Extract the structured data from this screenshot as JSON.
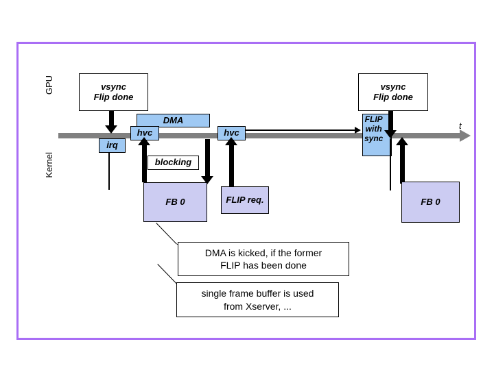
{
  "slide": {
    "frame_color": "#a96ef5",
    "background": "#ffffff"
  },
  "lanes": {
    "gpu_label": "GPU",
    "kernel_label": "Kernel"
  },
  "timeline": {
    "axis_label": "t",
    "axis_color": "#808080"
  },
  "gpu_events": [
    {
      "id": "vsync-left",
      "text": "vsync\nFlip done"
    },
    {
      "id": "vsync-right",
      "text": "vsync\nFlip done"
    }
  ],
  "boundary_boxes": [
    {
      "id": "irq",
      "text": "irq",
      "color": "#9fc9f3"
    },
    {
      "id": "hvc-1",
      "text": "hvc",
      "color": "#9fc9f3"
    },
    {
      "id": "dma",
      "text": "DMA",
      "color": "#9fc9f3"
    },
    {
      "id": "hvc-2",
      "text": "hvc",
      "color": "#9fc9f3"
    },
    {
      "id": "flip-with-sync",
      "text": "FLIP\nwith\nsync",
      "color": "#9fc9f3"
    }
  ],
  "kernel_boxes": [
    {
      "id": "blocking",
      "text": "blocking",
      "color": "#ffffff"
    },
    {
      "id": "fb0-left",
      "text": "FB 0",
      "color": "#ccccf2"
    },
    {
      "id": "flip-req",
      "text": "FLIP req.",
      "color": "#ccccf2"
    },
    {
      "id": "fb0-right",
      "text": "FB 0",
      "color": "#ccccf2"
    }
  ],
  "callouts": [
    {
      "id": "callout-dma",
      "text": "DMA is kicked, if the former\nFLIP has been done"
    },
    {
      "id": "callout-fb",
      "text": "single frame buffer is used\nfrom Xserver, ..."
    }
  ]
}
